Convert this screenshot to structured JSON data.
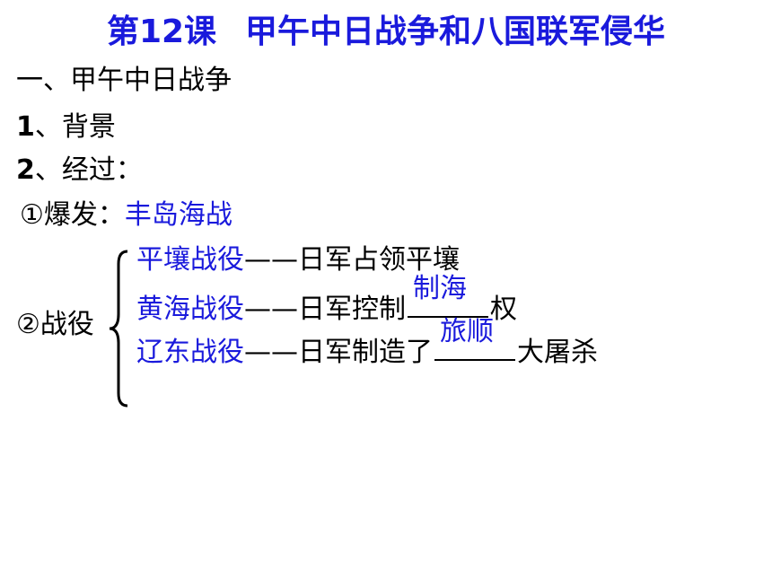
{
  "title": {
    "lesson": "第12课",
    "name": "甲午中日战争和八国联军侵华"
  },
  "section_one": "一、甲午中日战争",
  "item_background": {
    "num": "1",
    "text": "、背景"
  },
  "item_process": {
    "num": "2",
    "text": "、经过："
  },
  "outbreak": {
    "label": "①爆发：",
    "value": "丰岛海战"
  },
  "battles_label": "②战役",
  "battles": [
    {
      "name": "平壤战役",
      "dash": "——",
      "text_before": "日军占领平壤",
      "answer": "",
      "text_after": ""
    },
    {
      "name": "黄海战役",
      "dash": "——",
      "text_before": "日军控制",
      "answer": "制海",
      "text_after": "权"
    },
    {
      "name": "辽东战役",
      "dash": "——",
      "text_before": "日军制造了",
      "answer": "旅顺",
      "text_after": "大屠杀"
    }
  ],
  "colors": {
    "accent": "#1a1adc",
    "text": "#000000",
    "background": "#ffffff"
  }
}
